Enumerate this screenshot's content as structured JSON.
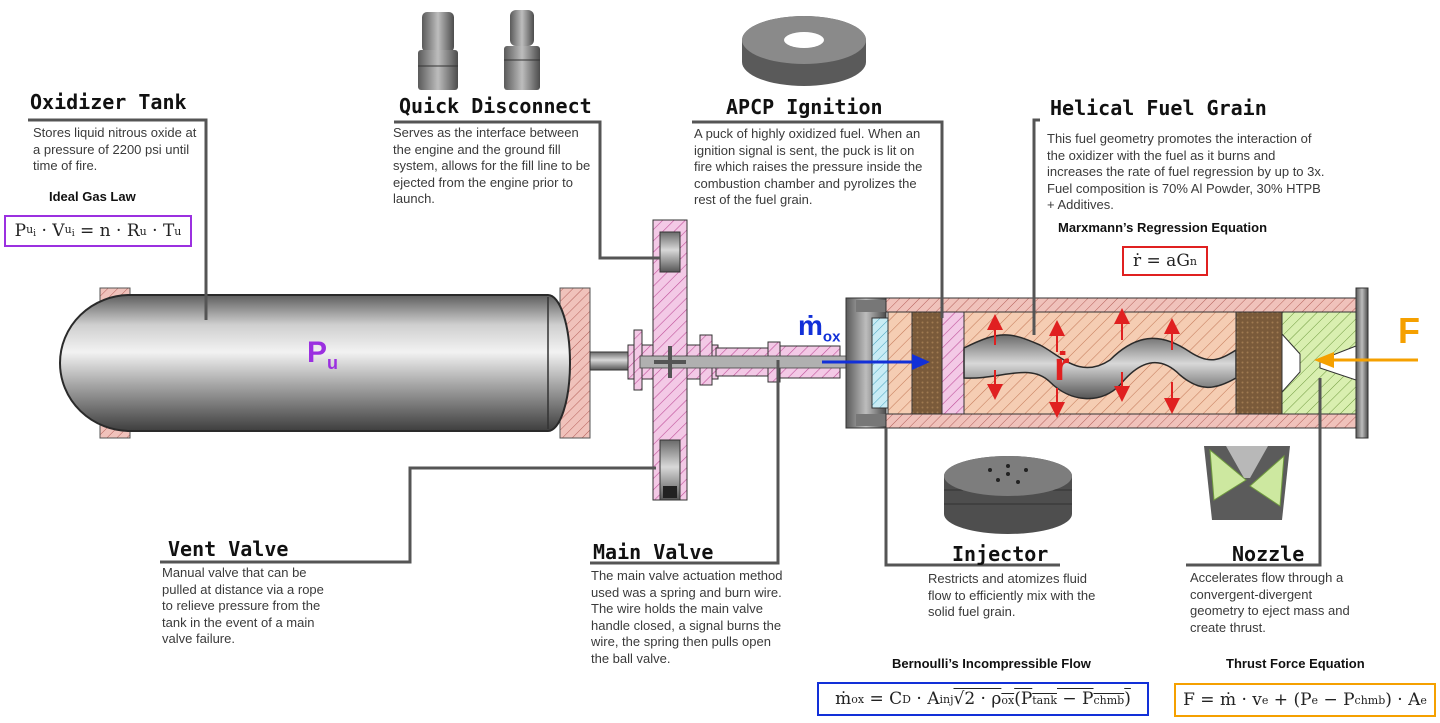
{
  "colors": {
    "tank_label": "#9b30e0",
    "flow_arrow": "#1230d8",
    "regression": "#e02020",
    "thrust": "#f5a000",
    "ideal_gas_box": "#9b30e0",
    "regression_box": "#e02020",
    "bernoulli_box": "#1230d8",
    "thrust_box": "#f5a000",
    "fuel_hatch": "#f2b79a",
    "valve_hatch": "#e7a7e8",
    "nozzle_hatch": "#cde8a0",
    "leader_line": "#555555"
  },
  "components": {
    "oxidizer_tank": {
      "title": "Oxidizer Tank",
      "description": "Stores liquid nitrous oxide at a pressure of 2200 psi until time of fire."
    },
    "quick_disconnect": {
      "title": "Quick Disconnect",
      "description": "Serves as the interface between the engine and the ground fill system, allows for the fill line to be ejected from the engine prior to launch."
    },
    "apcp_ignition": {
      "title": "APCP Ignition",
      "description": "A puck of highly oxidized fuel. When an ignition signal is sent, the puck is lit on fire which raises the pressure inside the combustion chamber and pyrolizes the rest of the fuel grain."
    },
    "helical_fuel_grain": {
      "title": "Helical Fuel Grain",
      "description": "This fuel geometry promotes the interaction of the oxidizer with the fuel as it burns and increases the rate of fuel regression by up to 3x. Fuel composition is 70% Al Powder, 30% HTPB + Additives."
    },
    "vent_valve": {
      "title": "Vent Valve",
      "description": "Manual valve that can be pulled at distance via a rope to relieve pressure from the tank in the event of a main valve failure."
    },
    "main_valve": {
      "title": "Main Valve",
      "description": "The main valve actuation method used was a spring and burn wire. The wire holds the main valve handle closed, a signal burns the wire, the spring then pulls open the ball valve."
    },
    "injector": {
      "title": "Injector",
      "description": "Restricts and atomizes fluid flow to efficiently mix with the solid fuel grain."
    },
    "nozzle": {
      "title": "Nozzle",
      "description": "Accelerates flow through a convergent-divergent geometry to eject mass and create thrust."
    }
  },
  "equations": {
    "ideal_gas": {
      "title": "Ideal Gas Law"
    },
    "regression": {
      "title": "Marxmann’s Regression Equation"
    },
    "bernoulli": {
      "title": "Bernoulli’s Incompressible Flow"
    },
    "thrust": {
      "title": "Thrust Force Equation"
    }
  },
  "labels": {
    "tank_pressure": {
      "main": "P",
      "sub": "u"
    },
    "mass_flow": {
      "main": "ṁ",
      "sub": "ox"
    },
    "regression_rate": "ṙ",
    "thrust_force": "F"
  }
}
